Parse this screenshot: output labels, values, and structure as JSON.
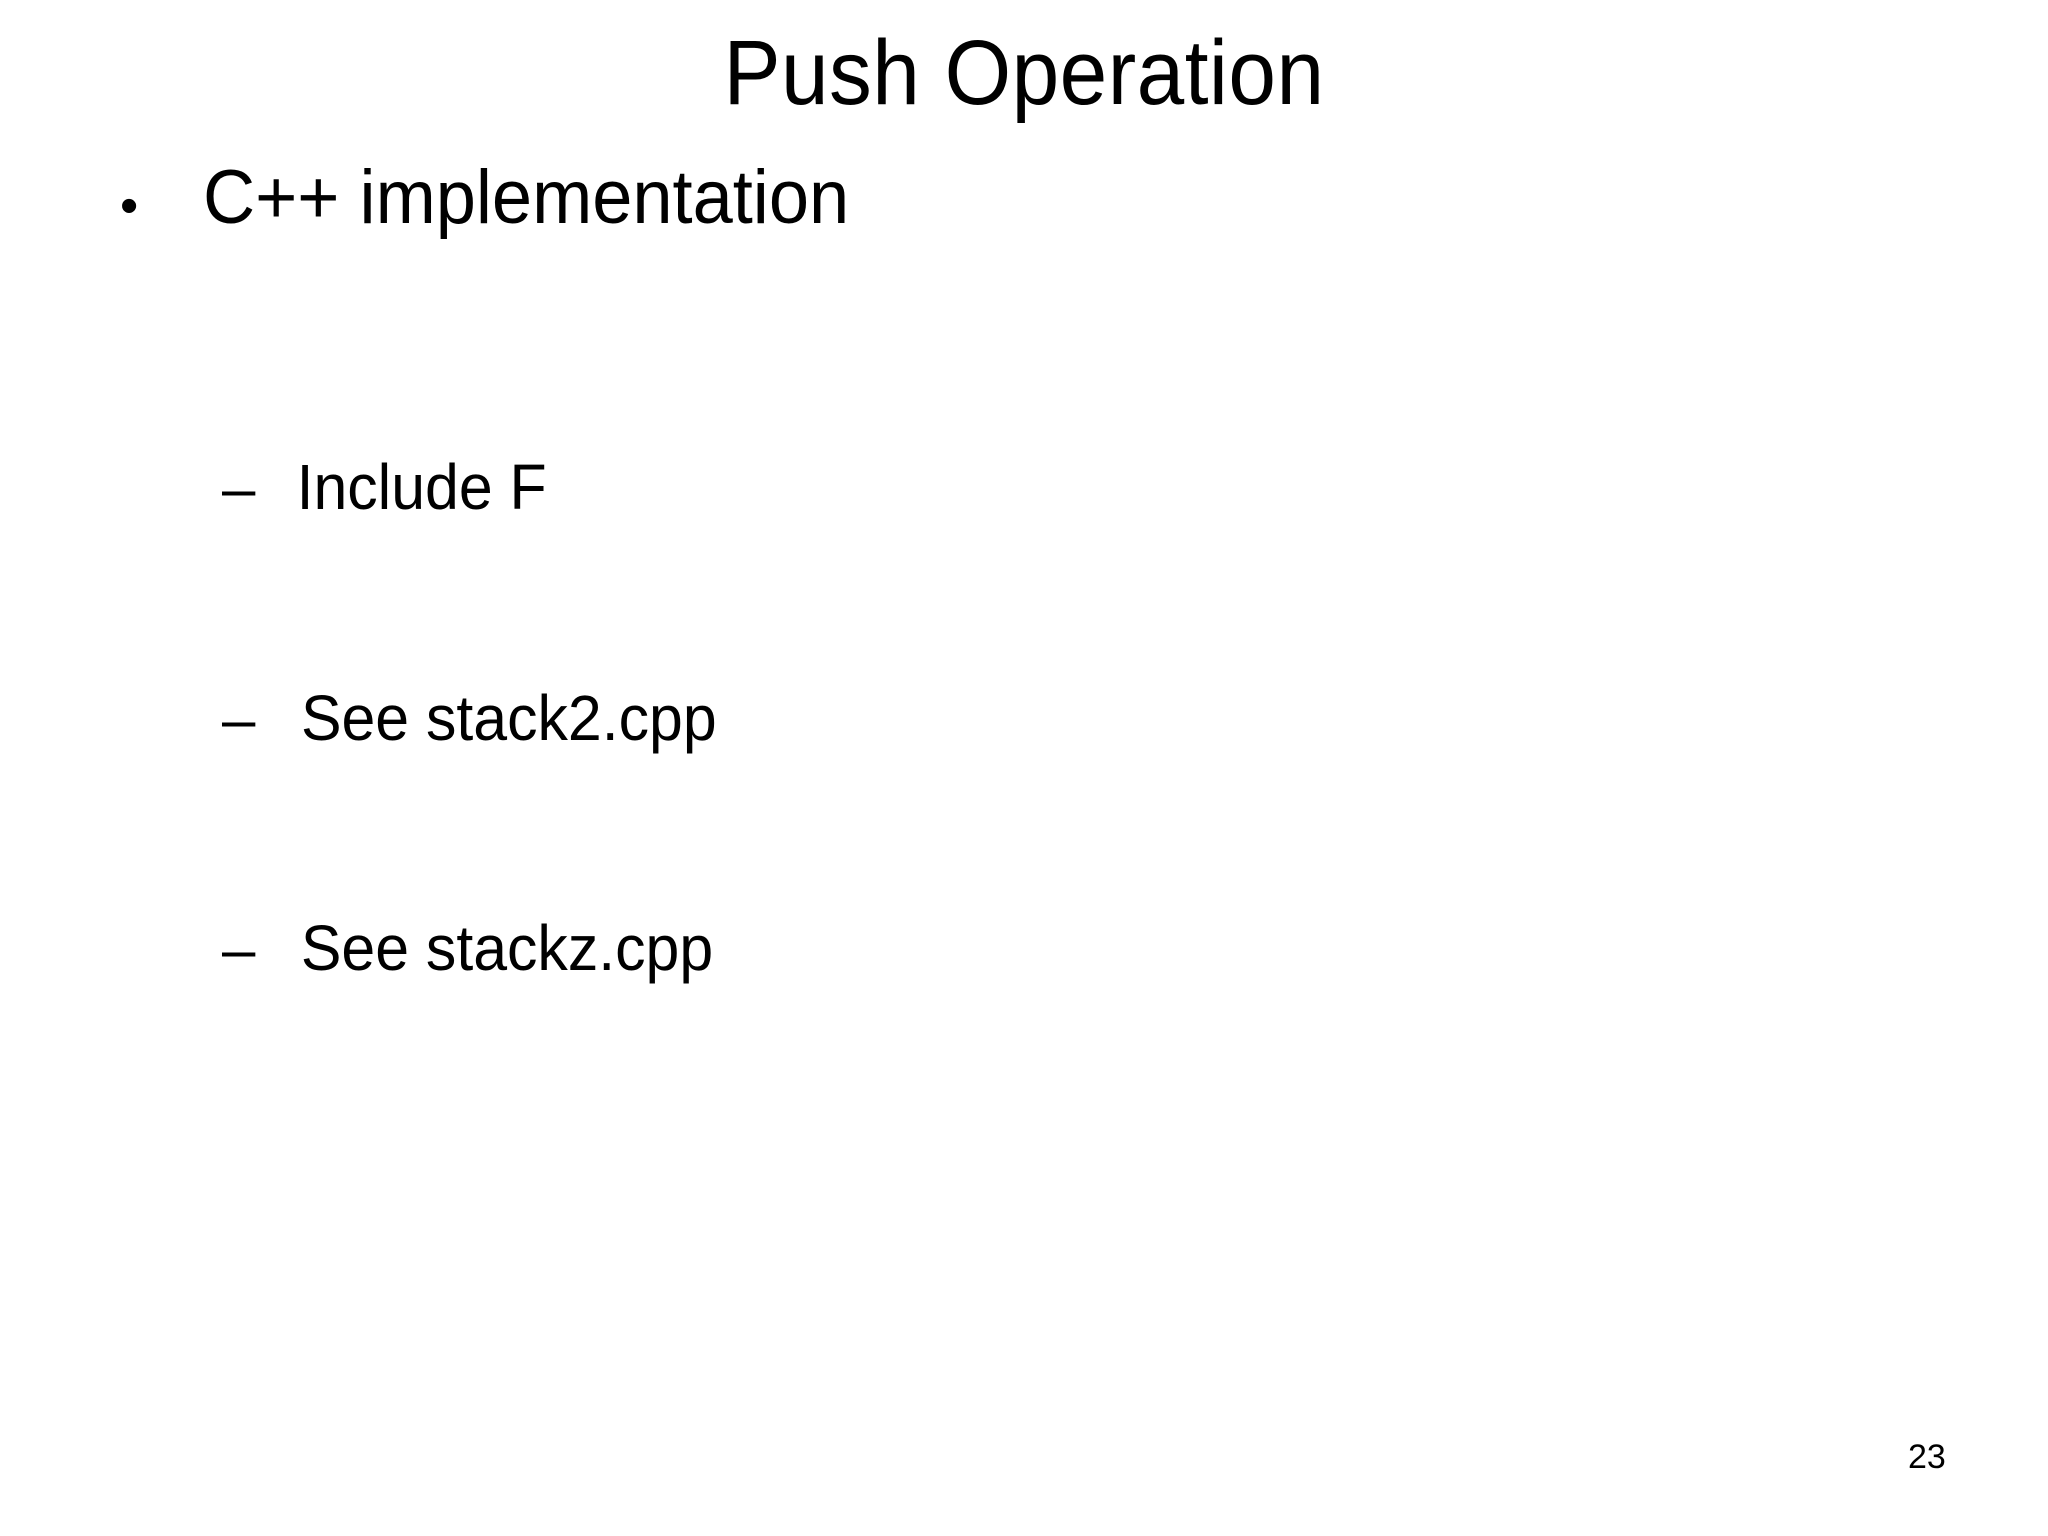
{
  "slide": {
    "title": "Push Operation",
    "page_number": "23",
    "background_color": "#ffffff",
    "text_color": "#000000",
    "bullets": [
      {
        "level": 1,
        "marker": "•",
        "text": "C++ implementation"
      },
      {
        "level": 2,
        "marker": "–",
        "text": "Include F"
      },
      {
        "level": 2,
        "marker": "–",
        "text": "See stack2.cpp"
      },
      {
        "level": 2,
        "marker": "–",
        "text": "See stackz.cpp"
      }
    ]
  }
}
